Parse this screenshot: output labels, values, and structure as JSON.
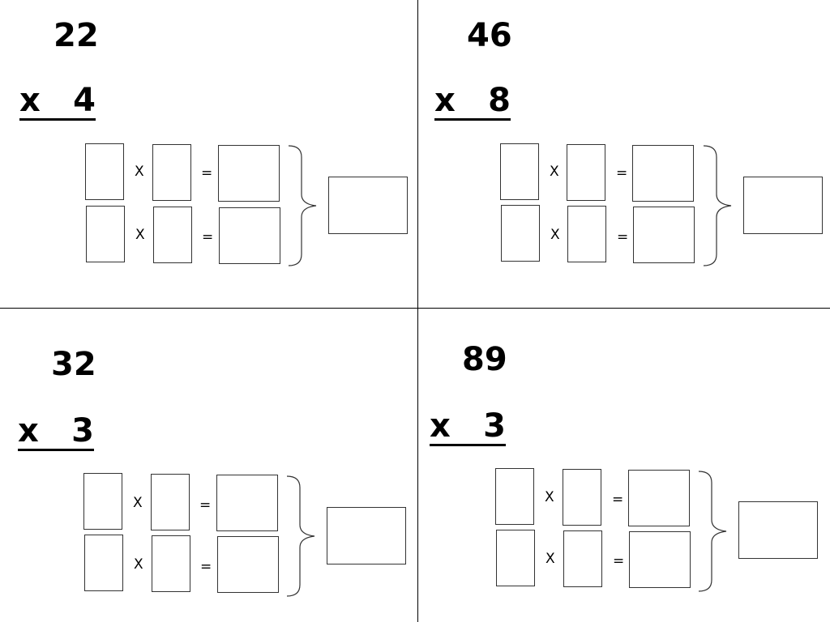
{
  "problems": [
    {
      "top_number": "22",
      "operator": "x",
      "multiplier": "4",
      "times_symbol": "X",
      "equals_symbol": "="
    },
    {
      "top_number": "46",
      "operator": "x",
      "multiplier": "8",
      "times_symbol": "X",
      "equals_symbol": "="
    },
    {
      "top_number": "32",
      "operator": "x",
      "multiplier": "3",
      "times_symbol": "X",
      "equals_symbol": "="
    },
    {
      "top_number": "89",
      "operator": "x",
      "multiplier": "3",
      "times_symbol": "X",
      "equals_symbol": "="
    }
  ]
}
